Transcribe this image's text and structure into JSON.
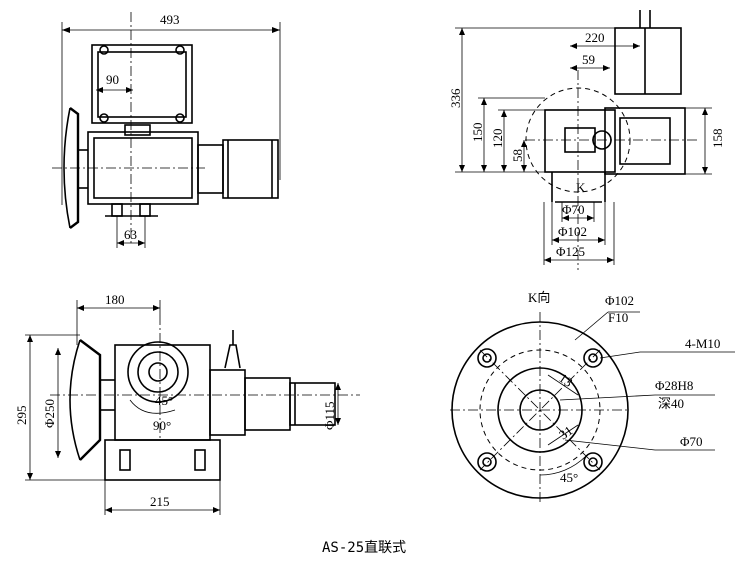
{
  "caption": "AS-25直联式",
  "top_left": {
    "width": "493",
    "d90": "90",
    "d63": "63"
  },
  "top_right": {
    "d220": "220",
    "d59": "59",
    "d336": "336",
    "d150": "150",
    "d120": "120",
    "d58": "58",
    "d158": "158",
    "k": "K",
    "phi70": "Φ70",
    "phi102": "Φ102",
    "phi125": "Φ125"
  },
  "bottom_left": {
    "d180": "180",
    "d295": "295",
    "phi250": "Φ250",
    "phi115": "Φ115",
    "ang45": "45°",
    "ang90": "90°",
    "d215": "215"
  },
  "bottom_right": {
    "k_dir": "K向",
    "phi102": "Φ102",
    "f10": "F10",
    "bolts": "4-M10",
    "phi28": "Φ28H8",
    "depth": "深40",
    "phi70": "Φ70",
    "ang45": "45°",
    "d13": "13",
    "d31": "31"
  }
}
